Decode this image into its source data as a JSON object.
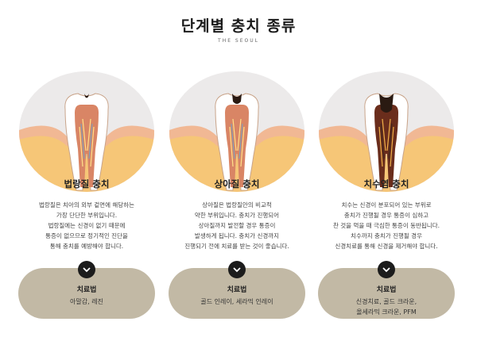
{
  "header": {
    "title": "단계별 충치 종류",
    "subtitle": "THE SEOUL"
  },
  "stages": [
    {
      "name": "법랑질 충치",
      "description": [
        "법랑질은 치아의 외부 겉면에 해당하는",
        "가장 단단한 부위입니다.",
        "법랑질에는 신경이 없기 때문에",
        "통증이 없으므로 정기적인 진단을",
        "통해 충치를 예방해야 합니다."
      ],
      "treatment_label": "치료법",
      "treatment": [
        "아말감, 레진"
      ]
    },
    {
      "name": "상아질 충치",
      "description": [
        "상아질은 법랑질안의 비교적",
        "약한 부위입니다. 충치가 진행되어",
        "상아질까지 발전할 경우 통증이",
        "발생하게 됩니다. 충치가 신경까지",
        "진행되기 전에 치료를 받는 것이 좋습니다."
      ],
      "treatment_label": "치료법",
      "treatment": [
        "골드 인레이, 세라믹 인레이"
      ]
    },
    {
      "name": "치수염 충치",
      "description": [
        "치수는 신경이 분포되어 있는 부위로",
        "충치가 진행될 경우 통증이 심하고",
        "찬 것을 먹을 때 극심한 통증이 동반됩니다.",
        "치수까지 충치가 진행될 경우",
        "신경치료를 통해 신경을 제거해야 합니다."
      ],
      "treatment_label": "치료법",
      "treatment": [
        "신경치료, 골드 크라운,",
        "올세라믹 크라운, PFM"
      ]
    }
  ],
  "icons": {
    "chevron": "chevron-down-icon",
    "illustration": "tooth-cross-section"
  },
  "colors": {
    "gum": "#f1b894",
    "bone": "#f6c677",
    "pill": "#c2b9a5",
    "pulp": "#d98565",
    "decay": "#2a1a12"
  }
}
